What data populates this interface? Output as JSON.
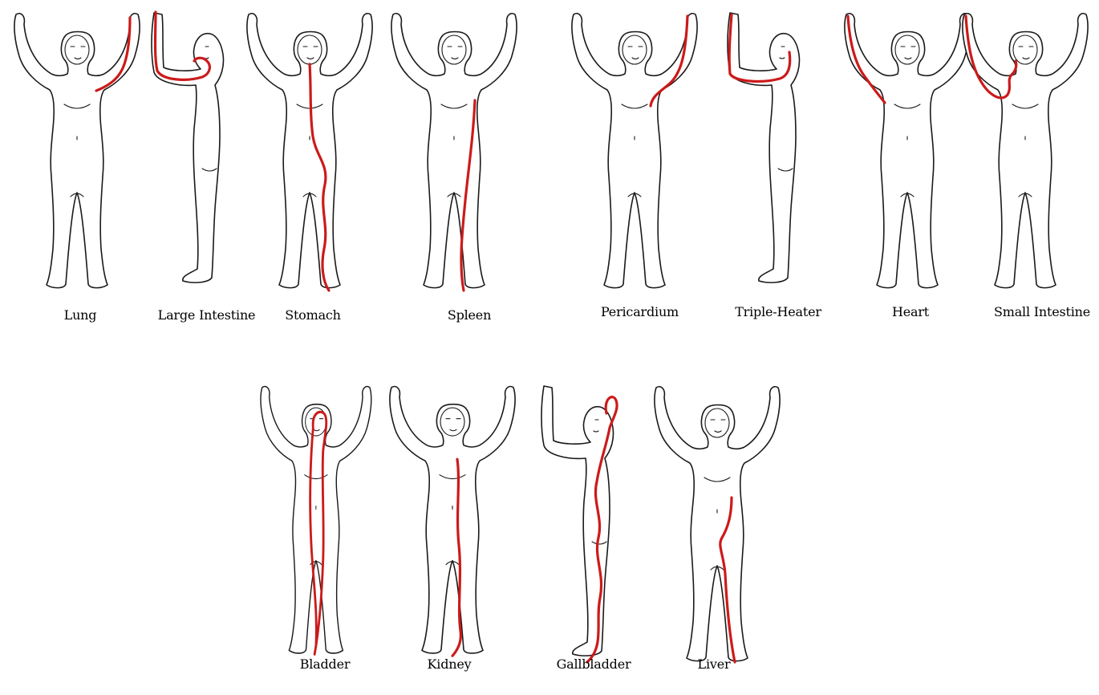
{
  "colors": {
    "meridian": "#cc1a1a",
    "outline": "#1a1a1a",
    "background": "#ffffff"
  },
  "figures": [
    {
      "key": "lung",
      "label": "Lung"
    },
    {
      "key": "large_intestine",
      "label": "Large Intestine"
    },
    {
      "key": "stomach",
      "label": "Stomach"
    },
    {
      "key": "spleen",
      "label": "Spleen"
    },
    {
      "key": "pericardium",
      "label": "Pericardium"
    },
    {
      "key": "triple_heater",
      "label": "Triple-Heater"
    },
    {
      "key": "heart",
      "label": "Heart"
    },
    {
      "key": "small_intestine",
      "label": "Small Intestine"
    },
    {
      "key": "bladder",
      "label": "Bladder"
    },
    {
      "key": "kidney",
      "label": "Kidney"
    },
    {
      "key": "gallbladder",
      "label": "Gallbladder"
    },
    {
      "key": "liver",
      "label": "Liver"
    }
  ]
}
